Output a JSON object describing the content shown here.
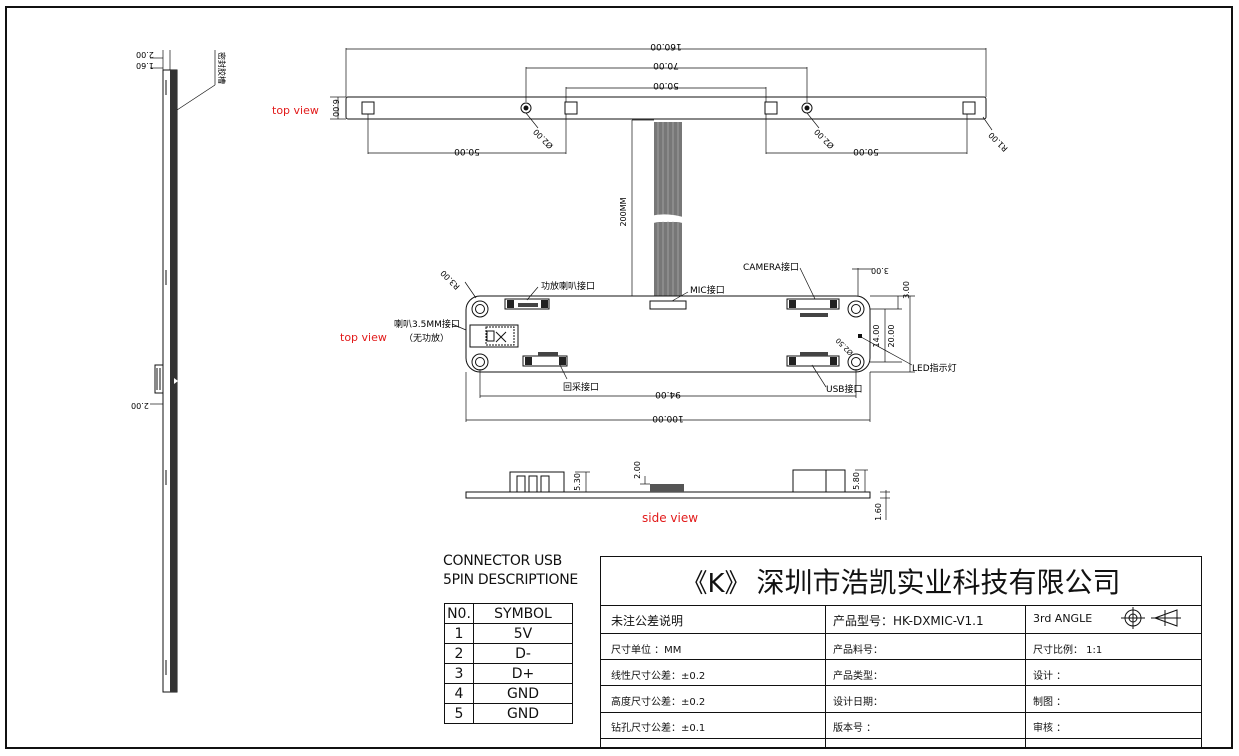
{
  "drawing": {
    "left_view": {
      "dim_top1": "2.00",
      "dim_top2": "1.60",
      "note": "密封胶槽",
      "dim_mid": "2.00"
    },
    "top_view_arm": {
      "label": "top view",
      "overall": "160.00",
      "holes_span": "70.00",
      "inner_span": "50.00",
      "left_span": "50.00",
      "right_span": "50.00",
      "height": "6.00",
      "hole_left": "Ø2.00",
      "hole_right": "Ø2.00",
      "corner_radius": "R1.00"
    },
    "cable": {
      "length": "200MM"
    },
    "top_view_board": {
      "label": "top view",
      "corner_radius": "R3.00",
      "amp_connector": "功放喇叭接口",
      "headphone_1": "喇叭3.5MM接口",
      "headphone_2": "（无功放）",
      "mic": "MIC接口",
      "camera": "CAMERA接口",
      "dim_3": "3.00",
      "dim_3b": "3.00",
      "dim_14": "14.00",
      "dim_20": "20.00",
      "hole": "Ø2.50",
      "led": "LED指示灯",
      "echo": "回采接口",
      "usb": "USB接口",
      "hole_span": "94.00",
      "width": "100.00"
    },
    "side_view": {
      "label": "side view",
      "dim_530": "5.30",
      "dim_200": "2.00",
      "dim_580": "5.80",
      "dim_160": "1.60"
    }
  },
  "connector": {
    "title_line1": "CONNECTOR USB",
    "title_line2": "5PIN DESCRIPTIONE",
    "headers": [
      "N0.",
      "SYMBOL"
    ],
    "rows": [
      [
        "1",
        "5V"
      ],
      [
        "2",
        "D-"
      ],
      [
        "3",
        "D+"
      ],
      [
        "4",
        "GND"
      ],
      [
        "5",
        "GND"
      ]
    ]
  },
  "title_block": {
    "logo": "《K》",
    "company": "深圳市浩凯实业科技有限公司",
    "tolerance_header": "未注公差说明",
    "model_header": "产品型号：HK-DXMIC-V1.1",
    "angle": "3rd ANGLE",
    "rows_left": [
      "尺寸单位      ：MM",
      "线性尺寸公差：±0.2",
      "高度尺寸公差：±0.2",
      "钻孔尺寸公差：±0.1"
    ],
    "rows_mid": [
      "产品料号：",
      "产品类型：",
      "设计日期：",
      "版本号  ："
    ],
    "rows_right": [
      "尺寸比例：  1:1",
      "设计    ：",
      "制图    ：",
      "审核    ："
    ]
  }
}
